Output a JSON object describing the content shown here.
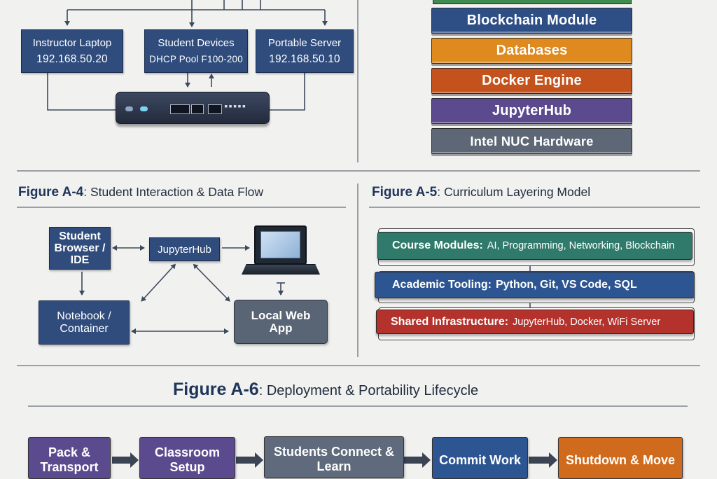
{
  "network": {
    "instructor": {
      "title": "Instructor Laptop",
      "sub": "192.168.50.20"
    },
    "students": {
      "title": "Student Devices",
      "sub": "DHCP Pool F100-200"
    },
    "server": {
      "title": "Portable Server",
      "sub": "192.168.50.10"
    }
  },
  "stack": {
    "layers": [
      {
        "label": "Blockchain Module",
        "color": "#2e4f86"
      },
      {
        "label": "Databases",
        "color": "#df8a1f"
      },
      {
        "label": "Docker Engine",
        "color": "#c3521c"
      },
      {
        "label": "JupyterHub",
        "color": "#5b4a8e"
      },
      {
        "label": "Intel NUC Hardware",
        "color": "#5d6775"
      }
    ],
    "top_strip_color": "#3f8a4e"
  },
  "fig_a4": {
    "prefix": "Figure A-4",
    "title": ": Student Interaction & Data Flow",
    "nodes": {
      "browser": "Student Browser / IDE",
      "jupyterhub": "JupyterHub",
      "notebook": "Notebook / Container",
      "webapp": "Local Web App"
    }
  },
  "fig_a5": {
    "prefix": "Figure A-5",
    "title": ": Curriculum Layering Model",
    "layers": [
      {
        "name": "Course Modules:",
        "items": "AI, Programming, Networking, Blockchain",
        "color": "#2f7a6a"
      },
      {
        "name": "Academic Tooling:",
        "items": "Python, Git, VS Code, SQL",
        "color": "#2c5592"
      },
      {
        "name": "Shared Infrastructure:",
        "items": "JupyterHub, Docker, WiFi Server",
        "color": "#b3322c"
      }
    ]
  },
  "fig_a6": {
    "prefix": "Figure A-6",
    "title": ": Deployment & Portability Lifecycle",
    "steps": [
      {
        "label": "Pack & Transport",
        "color": "#5b4a8e"
      },
      {
        "label": "Classroom Setup",
        "color": "#5b4a8e"
      },
      {
        "label": "Students Connect & Learn",
        "color": "#5f6b7c"
      },
      {
        "label": "Commit Work",
        "color": "#2c5592"
      },
      {
        "label": "Shutdown & Move",
        "color": "#d06a1c"
      }
    ]
  }
}
